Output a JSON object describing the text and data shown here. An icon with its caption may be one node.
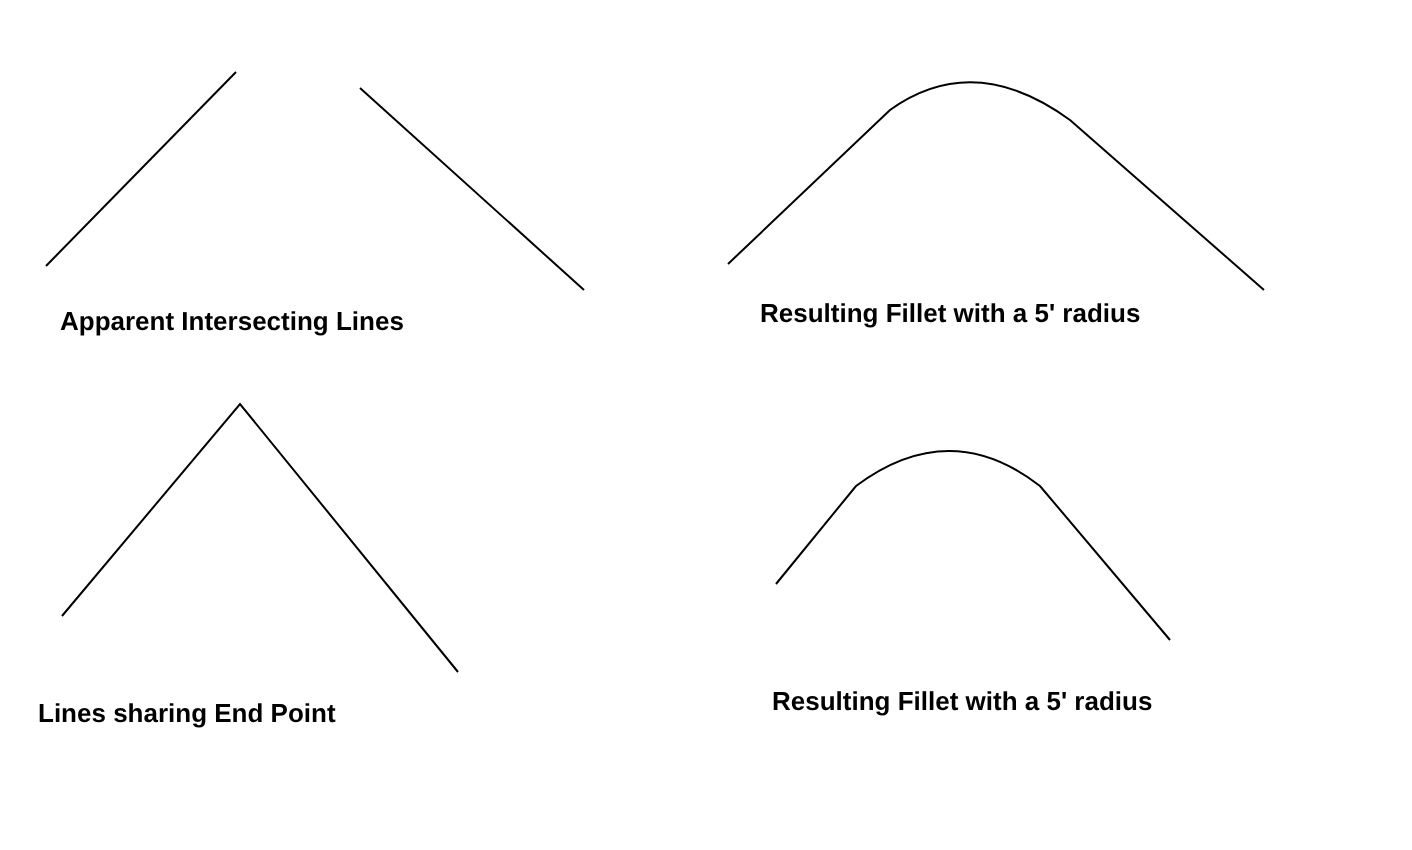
{
  "diagram": {
    "labels": [
      "Apparent Intersecting Lines",
      "Resulting Fillet with a 5' radius",
      "Lines sharing End Point",
      "Resulting Fillet with a 5' radius"
    ]
  }
}
